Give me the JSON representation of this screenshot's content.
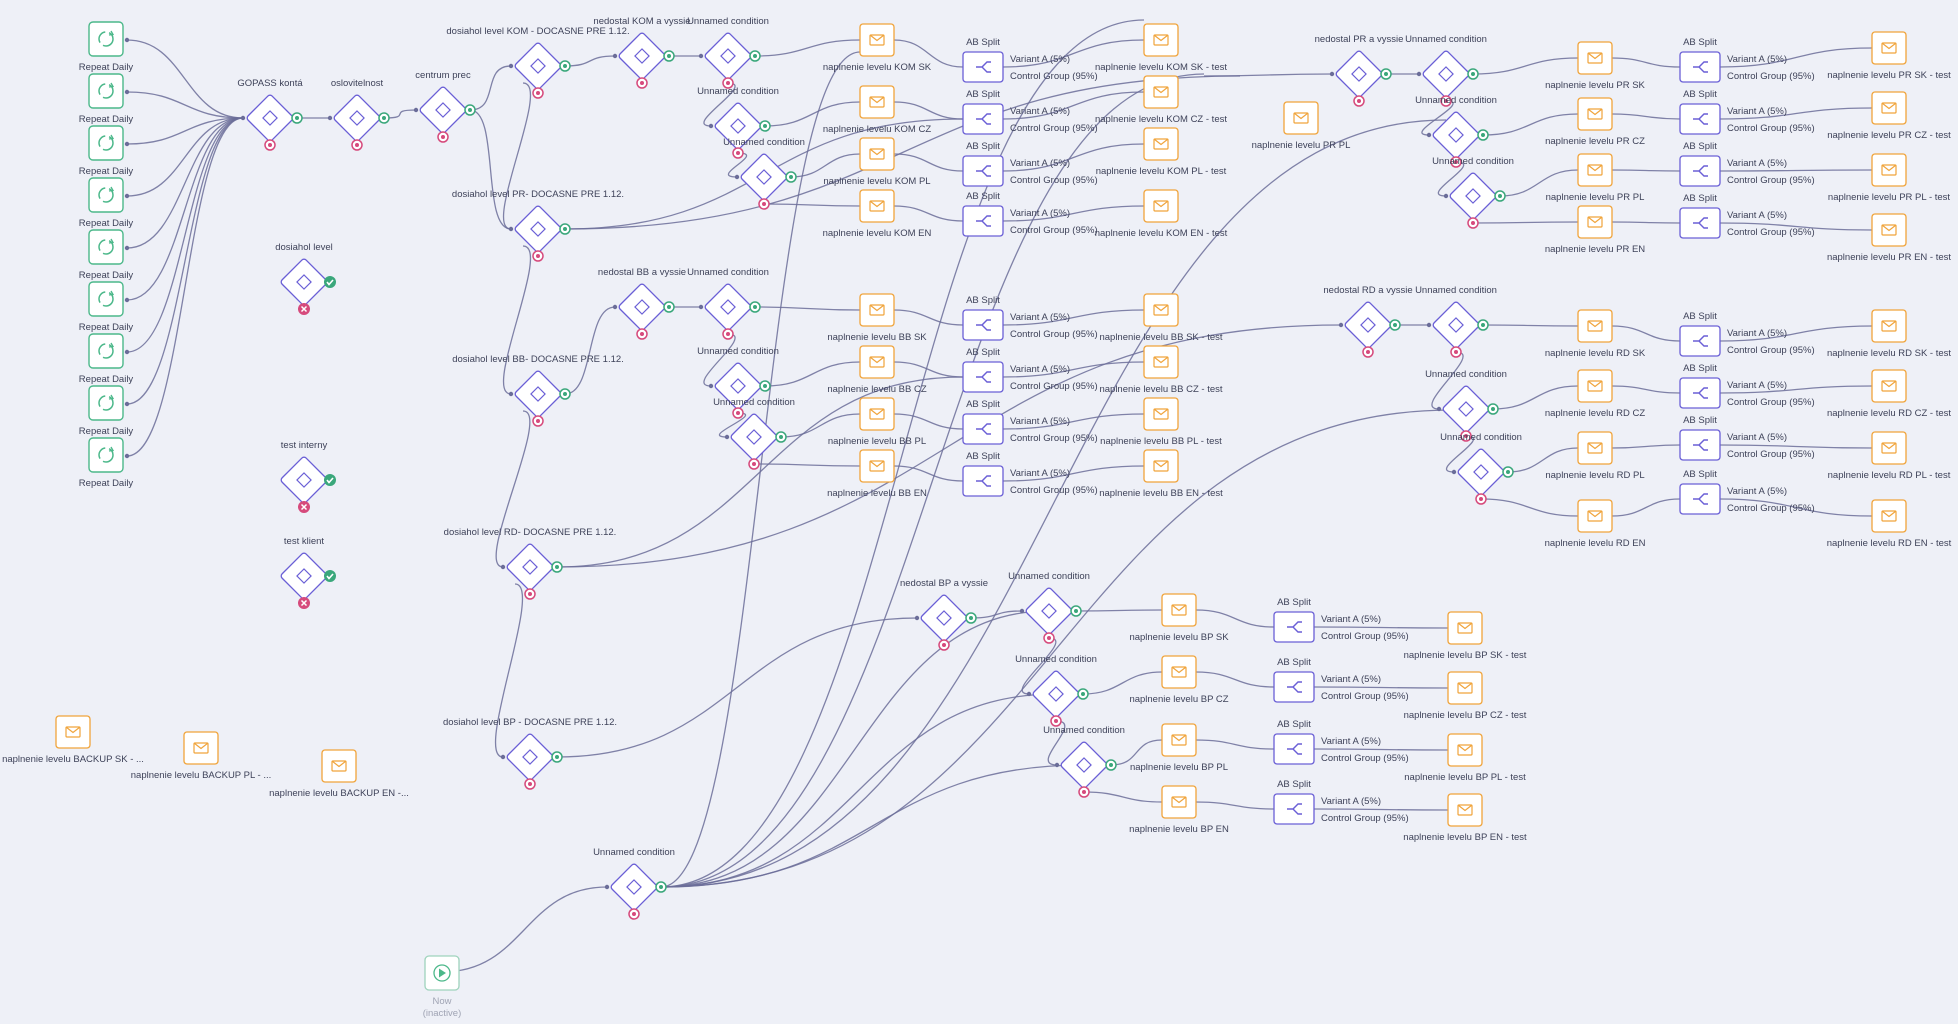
{
  "canvas": {
    "title": "Automation flow"
  },
  "colors": {
    "background": "#eef0f7",
    "edge": "#6b6d99",
    "condition": "#6a5fd6",
    "trigger": "#4cb88a",
    "email": "#f0a43b",
    "split": "#6a5fd6",
    "out_no": "#d64a7c",
    "out_yes": "#3aa77b"
  },
  "labels": {
    "repeat_daily": "Repeat Daily",
    "unnamed_condition": "Unnamed condition",
    "ab_split": "AB Split",
    "variant_a": "Variant A (5%)",
    "control_group": "Control Group (95%)"
  },
  "trigger_now": {
    "title": "Now",
    "status": "(inactive)"
  },
  "repeat_daily": [
    {
      "icon": "repeat-icon"
    },
    {
      "icon": "repeat-icon"
    },
    {
      "icon": "repeat-icon"
    },
    {
      "icon": "repeat-icon"
    },
    {
      "icon": "repeat-icon"
    },
    {
      "icon": "repeat-icon"
    },
    {
      "icon": "repeat-icon"
    },
    {
      "icon": "repeat-icon"
    },
    {
      "icon": "repeat-icon"
    }
  ],
  "conditions": [
    {
      "key": "gopass",
      "label": "GOPASS kontá"
    },
    {
      "key": "oslov",
      "label": "oslovitelnost"
    },
    {
      "key": "centrum",
      "label": "centrum prec"
    },
    {
      "key": "dkom",
      "label": "dosiahol level KOM - DOCASNE PRE 1.12."
    },
    {
      "key": "nkom",
      "label": "nedostal KOM a vyssie"
    },
    {
      "key": "ukom1",
      "label": "Unnamed condition"
    },
    {
      "key": "ukom2",
      "label": "Unnamed condition"
    },
    {
      "key": "ukom3",
      "label": "Unnamed condition"
    },
    {
      "key": "dpr",
      "label": "dosiahol level PR- DOCASNE PRE 1.12."
    },
    {
      "key": "dlevel",
      "label": "dosiahol level"
    },
    {
      "key": "nbb",
      "label": "nedostal BB a vyssie"
    },
    {
      "key": "ubb1",
      "label": "Unnamed condition"
    },
    {
      "key": "ubb2",
      "label": "Unnamed condition"
    },
    {
      "key": "ubb3",
      "label": "Unnamed condition"
    },
    {
      "key": "dbb",
      "label": "dosiahol level BB- DOCASNE PRE 1.12."
    },
    {
      "key": "tinterny",
      "label": "test interny"
    },
    {
      "key": "tklient",
      "label": "test klient"
    },
    {
      "key": "drd",
      "label": "dosiahol level RD- DOCASNE PRE 1.12."
    },
    {
      "key": "dbp",
      "label": "dosiahol level BP - DOCASNE PRE 1.12."
    },
    {
      "key": "ubottom",
      "label": "Unnamed condition"
    },
    {
      "key": "nbp",
      "label": "nedostal BP a vyssie"
    },
    {
      "key": "ubp1",
      "label": "Unnamed condition"
    },
    {
      "key": "ubp2",
      "label": "Unnamed condition"
    },
    {
      "key": "ubp3",
      "label": "Unnamed condition"
    },
    {
      "key": "npr",
      "label": "nedostal PR a vyssie"
    },
    {
      "key": "upr1",
      "label": "Unnamed condition"
    },
    {
      "key": "upr2",
      "label": "Unnamed condition"
    },
    {
      "key": "upr3",
      "label": "Unnamed condition"
    },
    {
      "key": "nrd",
      "label": "nedostal RD a vyssie"
    },
    {
      "key": "urd1",
      "label": "Unnamed condition"
    },
    {
      "key": "urd2",
      "label": "Unnamed condition"
    },
    {
      "key": "urd3",
      "label": "Unnamed condition"
    }
  ],
  "emails": [
    {
      "key": "e_kom_sk",
      "label": "naplnenie levelu KOM SK"
    },
    {
      "key": "e_kom_cz",
      "label": "naplnenie levelu KOM CZ"
    },
    {
      "key": "e_kom_pl",
      "label": "naplnenie levelu KOM PL"
    },
    {
      "key": "e_kom_en",
      "label": "naplnenie levelu KOM EN"
    },
    {
      "key": "t_kom_sk",
      "label": "naplnenie levelu KOM SK - test"
    },
    {
      "key": "t_kom_cz",
      "label": "naplnenie levelu KOM CZ - test"
    },
    {
      "key": "t_kom_pl",
      "label": "naplnenie levelu KOM PL - test"
    },
    {
      "key": "t_kom_en",
      "label": "naplnenie levelu KOM EN - test"
    },
    {
      "key": "e_bb_sk",
      "label": "naplnenie levelu BB SK"
    },
    {
      "key": "e_bb_cz",
      "label": "naplnenie levelu BB CZ"
    },
    {
      "key": "e_bb_pl",
      "label": "naplnenie levelu BB PL"
    },
    {
      "key": "e_bb_en",
      "label": "naplnenie levelu BB EN"
    },
    {
      "key": "t_bb_sk",
      "label": "naplnenie levelu BB SK - test"
    },
    {
      "key": "t_bb_cz",
      "label": "naplnenie levelu BB CZ - test"
    },
    {
      "key": "t_bb_pl",
      "label": "naplnenie levelu BB PL - test"
    },
    {
      "key": "t_bb_en",
      "label": "naplnenie levelu BB EN - test"
    },
    {
      "key": "e_pr_pl_solo",
      "label": "naplnenie levelu PR PL"
    },
    {
      "key": "e_pr_sk",
      "label": "naplnenie levelu PR SK"
    },
    {
      "key": "e_pr_cz",
      "label": "naplnenie levelu PR CZ"
    },
    {
      "key": "e_pr_pl",
      "label": "naplnenie levelu PR PL"
    },
    {
      "key": "e_pr_en",
      "label": "naplnenie levelu PR EN"
    },
    {
      "key": "t_pr_sk",
      "label": "naplnenie levelu PR SK - test"
    },
    {
      "key": "t_pr_cz",
      "label": "naplnenie levelu PR CZ - test"
    },
    {
      "key": "t_pr_pl",
      "label": "naplnenie levelu PR PL - test"
    },
    {
      "key": "t_pr_en",
      "label": "naplnenie levelu PR EN - test"
    },
    {
      "key": "e_rd_sk",
      "label": "naplnenie levelu RD SK"
    },
    {
      "key": "e_rd_cz",
      "label": "naplnenie levelu RD CZ"
    },
    {
      "key": "e_rd_pl",
      "label": "naplnenie levelu RD PL"
    },
    {
      "key": "e_rd_en",
      "label": "naplnenie levelu RD EN"
    },
    {
      "key": "t_rd_sk",
      "label": "naplnenie levelu RD SK - test"
    },
    {
      "key": "t_rd_cz",
      "label": "naplnenie levelu RD CZ - test"
    },
    {
      "key": "t_rd_pl",
      "label": "naplnenie levelu RD PL - test"
    },
    {
      "key": "t_rd_en",
      "label": "naplnenie levelu RD EN - test"
    },
    {
      "key": "e_bp_sk",
      "label": "naplnenie levelu BP SK"
    },
    {
      "key": "e_bp_cz",
      "label": "naplnenie levelu BP CZ"
    },
    {
      "key": "e_bp_pl",
      "label": "naplnenie levelu BP PL"
    },
    {
      "key": "e_bp_en",
      "label": "naplnenie levelu BP EN"
    },
    {
      "key": "t_bp_sk",
      "label": "naplnenie levelu BP SK - test"
    },
    {
      "key": "t_bp_cz",
      "label": "naplnenie levelu BP CZ - test"
    },
    {
      "key": "t_bp_pl",
      "label": "naplnenie levelu BP PL - test"
    },
    {
      "key": "t_bp_en",
      "label": "naplnenie levelu BP EN - test"
    },
    {
      "key": "b_sk",
      "label": "naplnenie levelu BACKUP SK - ..."
    },
    {
      "key": "b_pl",
      "label": "naplnenie levelu BACKUP PL - ..."
    },
    {
      "key": "b_en",
      "label": "naplnenie levelu BACKUP EN -..."
    }
  ],
  "splits": [
    {
      "key": "s_kom_sk"
    },
    {
      "key": "s_kom_cz"
    },
    {
      "key": "s_kom_pl"
    },
    {
      "key": "s_kom_en"
    },
    {
      "key": "s_bb_sk"
    },
    {
      "key": "s_bb_cz"
    },
    {
      "key": "s_bb_pl"
    },
    {
      "key": "s_bb_en"
    },
    {
      "key": "s_pr_sk"
    },
    {
      "key": "s_pr_cz"
    },
    {
      "key": "s_pr_pl"
    },
    {
      "key": "s_pr_en"
    },
    {
      "key": "s_rd_sk"
    },
    {
      "key": "s_rd_cz"
    },
    {
      "key": "s_rd_pl"
    },
    {
      "key": "s_rd_en"
    },
    {
      "key": "s_bp_sk"
    },
    {
      "key": "s_bp_cz"
    },
    {
      "key": "s_bp_pl"
    },
    {
      "key": "s_bp_en"
    }
  ]
}
